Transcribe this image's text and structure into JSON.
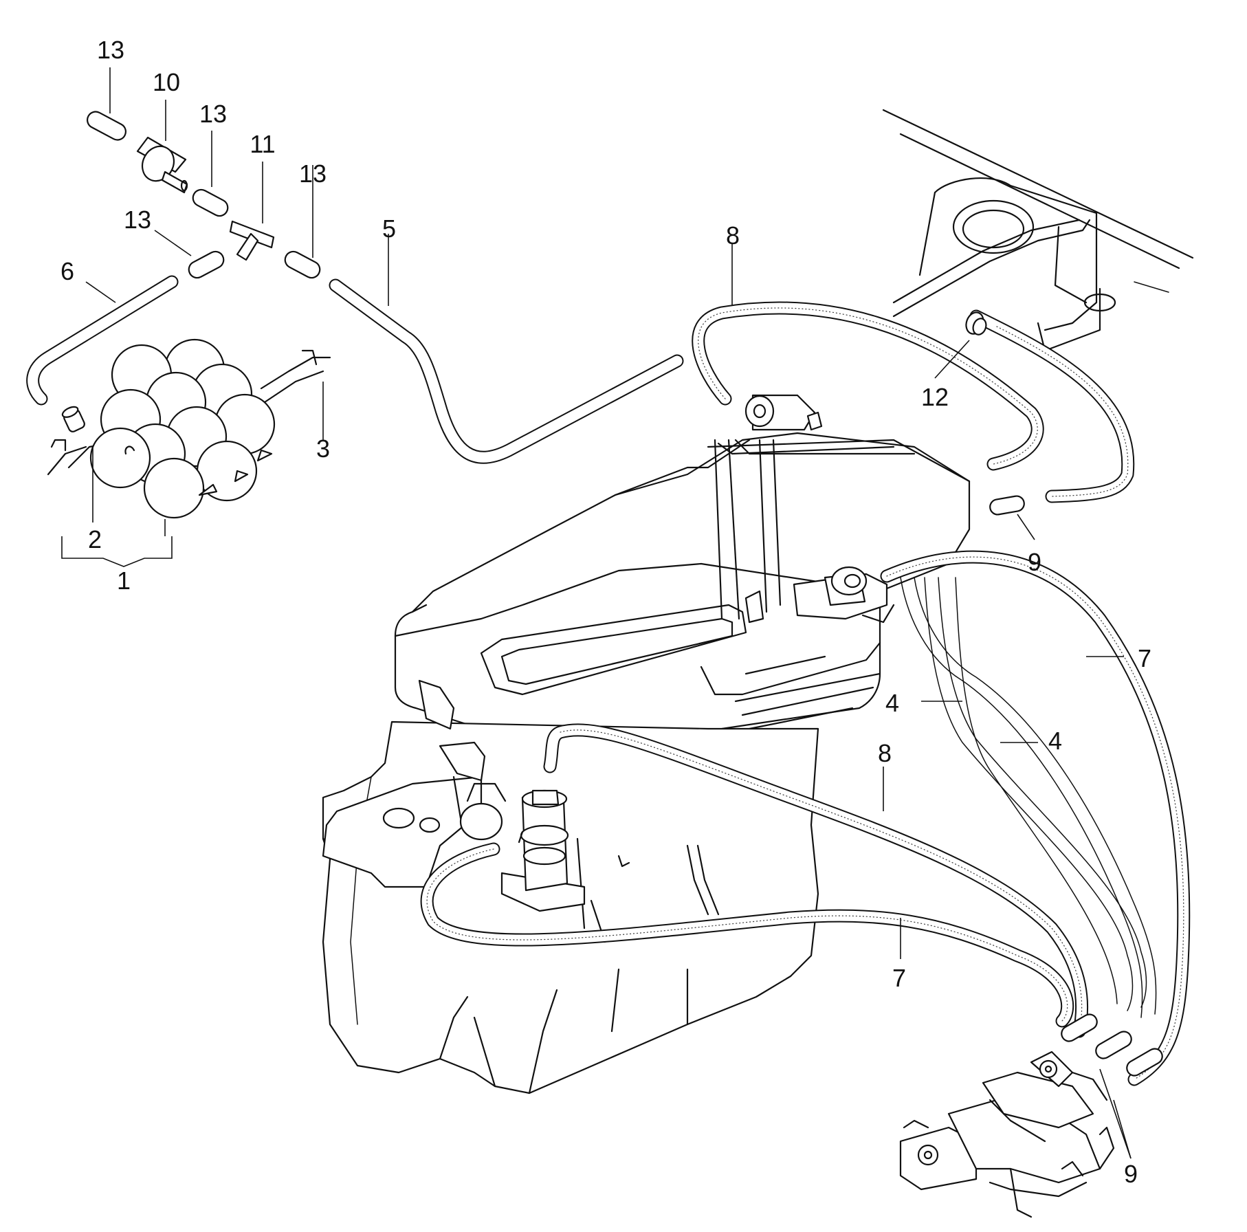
{
  "diagram": {
    "callouts": {
      "c1": "1",
      "c2": "2",
      "c3": "3",
      "c4a": "4",
      "c4b": "4",
      "c5": "5",
      "c6": "6",
      "c7a": "7",
      "c7b": "7",
      "c8a": "8",
      "c8b": "8",
      "c9a": "9",
      "c9b": "9",
      "c10": "10",
      "c11": "11",
      "c12": "12",
      "c13a": "13",
      "c13b": "13",
      "c13c": "13",
      "c13d": "13"
    }
  }
}
